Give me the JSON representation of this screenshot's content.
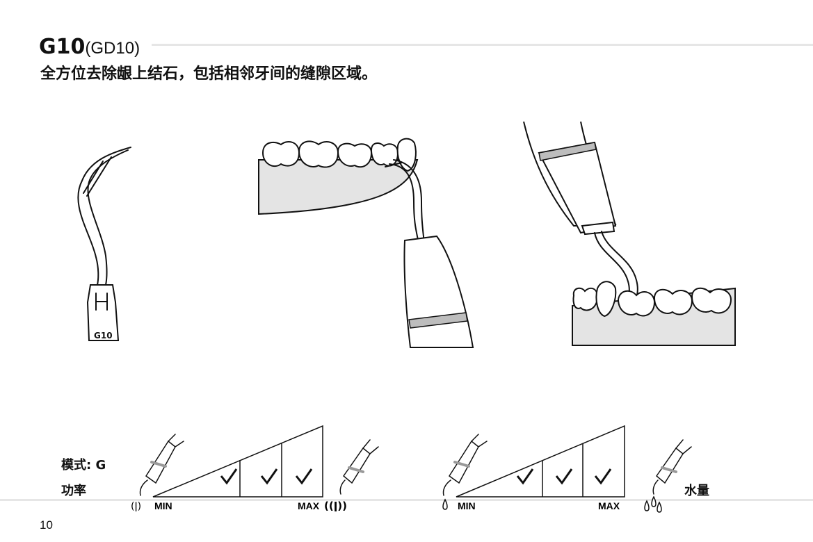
{
  "header": {
    "model": "G10",
    "model_alt": "(GD10)",
    "description": "全方位去除龈上结石，包括相邻牙间的缝隙区域。"
  },
  "tip_illustration": {
    "engraving": "G10"
  },
  "settings": {
    "mode_label": "模式: G",
    "power_label": "功率",
    "water_label": "水量",
    "power_scale": {
      "min": "MIN",
      "max": "MAX",
      "checked_levels": [
        3,
        4,
        5
      ]
    },
    "water_scale": {
      "min": "MIN",
      "max": "MAX",
      "checked_levels": [
        3,
        4,
        5
      ]
    }
  },
  "footer": {
    "page_number": "10"
  }
}
